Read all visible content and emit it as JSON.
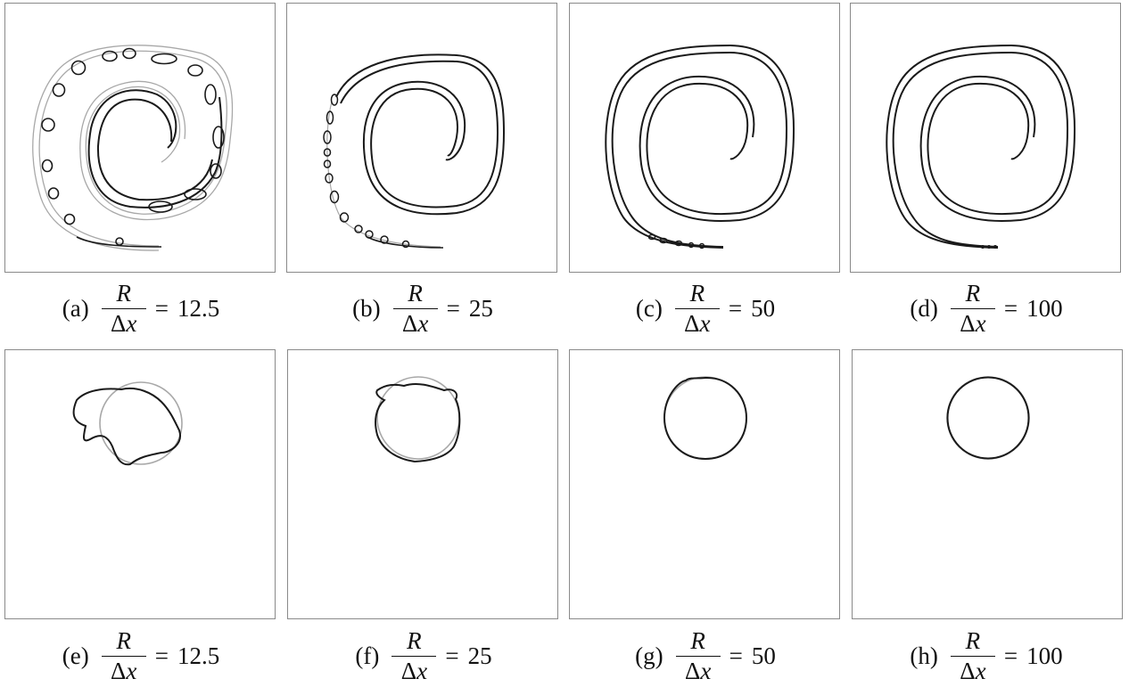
{
  "figure": {
    "panels": [
      {
        "id": "a",
        "label": "(a)",
        "numerator": "R",
        "den_delta": "Δ",
        "den_var": "x",
        "equals": "=",
        "value": "12.5"
      },
      {
        "id": "b",
        "label": "(b)",
        "numerator": "R",
        "den_delta": "Δ",
        "den_var": "x",
        "equals": "=",
        "value": "25"
      },
      {
        "id": "c",
        "label": "(c)",
        "numerator": "R",
        "den_delta": "Δ",
        "den_var": "x",
        "equals": "=",
        "value": "50"
      },
      {
        "id": "d",
        "label": "(d)",
        "numerator": "R",
        "den_delta": "Δ",
        "den_var": "x",
        "equals": "=",
        "value": "100"
      },
      {
        "id": "e",
        "label": "(e)",
        "numerator": "R",
        "den_delta": "Δ",
        "den_var": "x",
        "equals": "=",
        "value": "12.5"
      },
      {
        "id": "f",
        "label": "(f)",
        "numerator": "R",
        "den_delta": "Δ",
        "den_var": "x",
        "equals": "=",
        "value": "25"
      },
      {
        "id": "g",
        "label": "(g)",
        "numerator": "R",
        "den_delta": "Δ",
        "den_var": "x",
        "equals": "=",
        "value": "50"
      },
      {
        "id": "h",
        "label": "(h)",
        "numerator": "R",
        "den_delta": "Δ",
        "den_var": "x",
        "equals": "=",
        "value": "100"
      }
    ],
    "colors": {
      "interface": "#1a1a1a",
      "reference": "#a8a8a8",
      "frame": "#8a8a8a"
    }
  }
}
